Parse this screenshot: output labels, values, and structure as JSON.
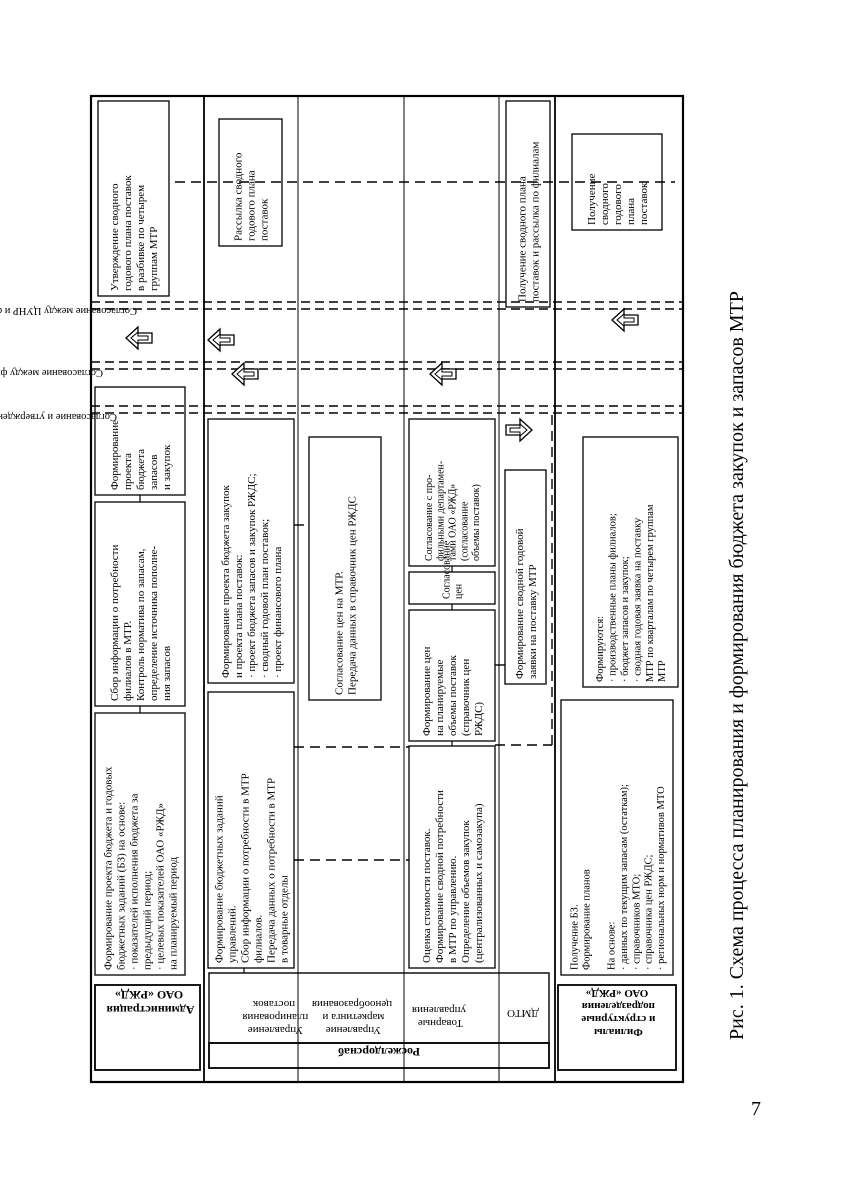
{
  "caption": "Рис. 1. Схема процесса планирования и формирования бюджета закупок и запасов МТР",
  "page_number": "7",
  "lanes": {
    "admin": "Администрация ОАО «РЖД»",
    "roszheldorsnab": "Росжелдорснаб",
    "upravlenie_planirovaniya": [
      "Управление",
      "планирования",
      "поставок"
    ],
    "upravlenie_marketinga": [
      "Управление",
      "маркетинга и",
      "ценообразования"
    ],
    "tovarnye": [
      "Товарные",
      "управления"
    ],
    "dmto": "ДМТО",
    "filialy": [
      "Филиалы",
      "и структурные",
      "подразделения",
      "ОАО «РЖД»"
    ]
  },
  "bands": {
    "band1": "Согласование и утверждение бюджетных заданий (производственных планов и БЗЗ)",
    "band2": "Согласование между филиалами РЖДС перечня и объемов централизованных закупок",
    "band3": "Согласование между ЦУНР и филиалами БЗЗ"
  },
  "boxes": {
    "admin_proekt": [
      "Формирование проекта бюджета и годовых",
      "бюджетных заданий (БЗ) на основе:",
      "· показателей исполнения бюджета за",
      "предыдущий период;",
      "· целевых показателей ОАО «РЖД»",
      "на планируемый период"
    ],
    "admin_sbor": [
      "Сбор информации о потребности",
      "филиалов в МТР.",
      "Контроль норматива по запасам,",
      "определение источника пополне-",
      "ния запасов"
    ],
    "admin_form": [
      "Формирование",
      "проекта",
      "бюджета",
      "запасов",
      "и закупок"
    ],
    "admin_utv": [
      "Утверждение сводного",
      "годового плана поставок",
      "в разбивке по четырем",
      "группам МТР"
    ],
    "plan_bz": [
      "Формирование бюджетных заданий",
      "управлений.",
      "Сбор информации о потребности в МТР",
      "филиалов.",
      "Передача данных о потребности в МТР",
      "в товарные отделы"
    ],
    "plan_proekt": [
      "Формирование проекта бюджета закупок",
      "и проекта плана поставок:",
      "· проект бюджета запасов и закупок РЖДС;",
      "· сводный годовой план поставок;",
      "· проект финансового плана"
    ],
    "plan_rassylka": [
      "Рассылка сводного",
      "годового плана",
      "поставок"
    ],
    "mark_cen": [
      "Согласование цен на МТР.",
      "Передача данных в справочник цен РЖДС"
    ],
    "tov_ocenka": [
      "Оценка стоимости поставок.",
      "Формирование сводной потребности",
      "в МТР по управлению.",
      "Определение объемов закупок",
      "(централизованных и самозакупа)"
    ],
    "tov_ceny": [
      "Формирование цен",
      "на планируемые",
      "объемы поставок",
      "(справочник цен",
      "РЖДС)"
    ],
    "tov_soglas_cen": [
      "Согласование",
      "цен"
    ],
    "tov_soglas_prof": [
      "Согласование с про-",
      "фильными департамен-",
      "тами ОАО «РЖД»",
      "(согласование",
      "объемы поставок)"
    ],
    "dmto_form": [
      "Формирование сводной годовой",
      "заявки на поставку МТР"
    ],
    "svodnyi_plan": [
      "Получение сводного плана",
      "поставок и рассылка по филиалам"
    ],
    "fil_osnova": [
      "Получение БЗ.",
      "Формирование планов",
      "",
      "На основе:",
      "· данных по текущим запасам (остаткам);",
      "· справочников МТО;",
      "· справочника цен РЖДС;",
      "· региональных норм и нормативов МТО"
    ],
    "fil_formir": [
      "Формируются:",
      "· производственные планы филиалов;",
      "· бюджет запасов и закупок;",
      "· сводная годовая заявка на поставку",
      "МТР по кварталам по четырем группам",
      "МТР"
    ],
    "fil_poluch": [
      "Получение",
      "сводного",
      "годового",
      "плана",
      "поставок"
    ]
  }
}
